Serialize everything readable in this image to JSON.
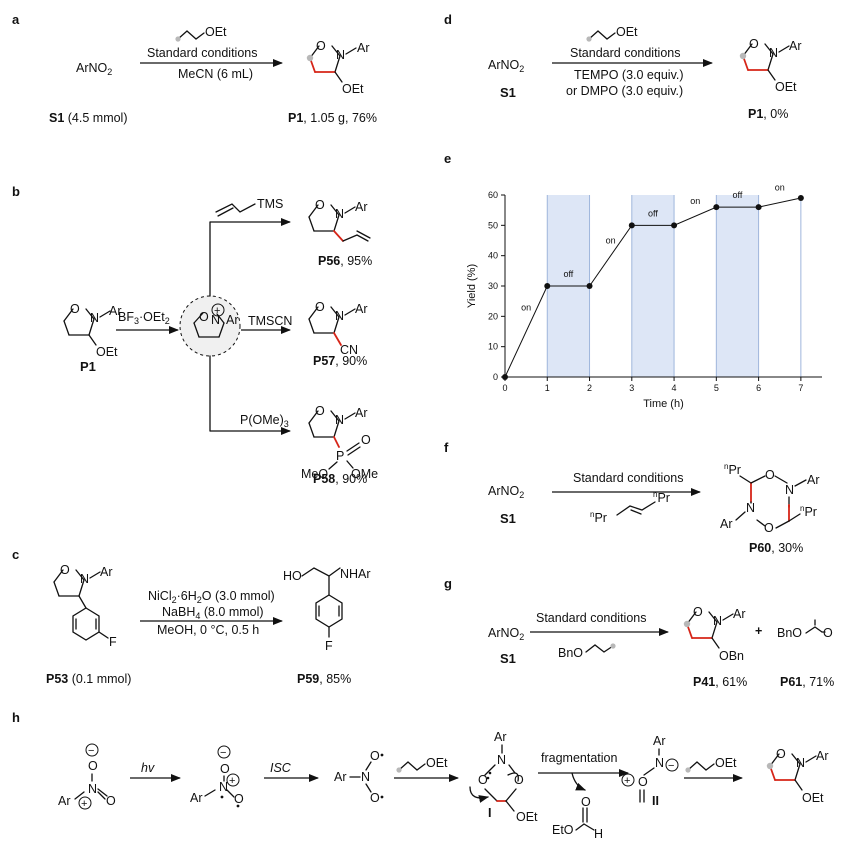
{
  "panels": {
    "a": {
      "letter": "a",
      "reactant": "ArNO",
      "reactant_sub": "2",
      "alkene": "OEt",
      "above": "Standard conditions",
      "below": "MeCN (6 mL)",
      "prod_N": "N",
      "prod_O": "O",
      "prod_Ar": "Ar",
      "prod_sub": "OEt",
      "label_reactant": "S1",
      "reactant_amt": " (4.5 mmol)",
      "label_product": "P1",
      "product_yield": ", 1.05 g, 76%"
    },
    "b": {
      "letter": "b",
      "reagent_lewis": "BF",
      "lewis_sub": "3",
      "lewis_rest": "·OEt",
      "lewis_sub2": "2",
      "start_label": "P1",
      "start_sub": "OEt",
      "N": "N",
      "O": "O",
      "Ar": "Ar",
      "plus": "+",
      "r1_reagent": "TMS",
      "r1_label": "P56",
      "r1_yield": ", 95%",
      "r2_reagent": "TMSCN",
      "r2_sub": "CN",
      "r2_label": "P57",
      "r2_yield": ", 90%",
      "r3_reagent": "P(OMe)",
      "r3_sub": "3",
      "r3_P": "P",
      "r3_O": "O",
      "r3_MeO": "MeO",
      "r3_OMe": "OMe",
      "r3_label": "P58",
      "r3_yield": ", 90%"
    },
    "c": {
      "letter": "c",
      "N": "N",
      "O": "O",
      "Ar": "Ar",
      "F": "F",
      "line1": "NiCl",
      "line1_sub": "2",
      "line1_rest": "·6H",
      "line1_sub2": "2",
      "line1_end": "O (3.0 mmol)",
      "line2": "NaBH",
      "line2_sub": "4",
      "line2_end": " (8.0 mmol)",
      "line3": "MeOH, 0 °C, 0.5 h",
      "HO": "HO",
      "NHAr": "NHAr",
      "start_label": "P53",
      "start_amt": " (0.1 mmol)",
      "prod_label": "P59",
      "prod_yield": ", 85%"
    },
    "d": {
      "letter": "d",
      "reactant": "ArNO",
      "reactant_sub": "2",
      "alkene": "OEt",
      "above": "Standard conditions",
      "below1": "TEMPO (3.0 equiv.)",
      "below2": "or DMPO (3.0 equiv.)",
      "N": "N",
      "O": "O",
      "Ar": "Ar",
      "sub": "OEt",
      "label_reactant": "S1",
      "label_product": "P1",
      "product_yield": ", 0%"
    },
    "e": {
      "letter": "e"
    },
    "f": {
      "letter": "f",
      "reactant": "ArNO",
      "reactant_sub": "2",
      "above": "Standard conditions",
      "n": "n",
      "Pr": "Pr",
      "label_reactant": "S1",
      "N": "N",
      "O": "O",
      "Ar": "Ar",
      "label_product": "P60",
      "product_yield": ", 30%"
    },
    "g": {
      "letter": "g",
      "reactant": "ArNO",
      "reactant_sub": "2",
      "above": "Standard conditions",
      "below": "BnO",
      "N": "N",
      "O": "O",
      "Ar": "Ar",
      "sub": "OBn",
      "plus": "+",
      "byprod": "BnO",
      "byprod_O": "O",
      "label_reactant": "S1",
      "label_p1": "P41",
      "yield_p1": ", 61%",
      "label_p2": "P61",
      "yield_p2": ", 71%"
    },
    "h": {
      "letter": "h",
      "hv": "hv",
      "isc": "ISC",
      "frag": "fragmentation",
      "Ar": "Ar",
      "N": "N",
      "O": "O",
      "alkene": "OEt",
      "int1": "I",
      "int2": "II",
      "EtO": "EtO",
      "H": "H",
      "sub": "OEt",
      "plus": "+",
      "minus": "−"
    }
  },
  "chart_data": {
    "type": "line",
    "xlabel": "Time (h)",
    "ylabel": "Yield (%)",
    "xlim": [
      0,
      7.5
    ],
    "ylim": [
      0,
      60
    ],
    "xticks": [
      0,
      1,
      2,
      3,
      4,
      5,
      6,
      7
    ],
    "yticks": [
      0,
      10,
      20,
      30,
      40,
      50,
      60
    ],
    "x": [
      0,
      1,
      2,
      3,
      4,
      5,
      6,
      7
    ],
    "y": [
      0,
      30,
      30,
      50,
      50,
      56,
      56,
      59
    ],
    "segments": [
      {
        "label": "on",
        "state": "on",
        "x0": 0,
        "x1": 1
      },
      {
        "label": "off",
        "state": "off",
        "x0": 1,
        "x1": 2
      },
      {
        "label": "on",
        "state": "on",
        "x0": 2,
        "x1": 3
      },
      {
        "label": "off",
        "state": "off",
        "x0": 3,
        "x1": 4
      },
      {
        "label": "on",
        "state": "on",
        "x0": 4,
        "x1": 5
      },
      {
        "label": "off",
        "state": "off",
        "x0": 5,
        "x1": 6
      },
      {
        "label": "on",
        "state": "on",
        "x0": 6,
        "x1": 7
      }
    ],
    "colors": {
      "off_fill": "#dde6f6",
      "grid_line": "#9fb6dc"
    }
  }
}
